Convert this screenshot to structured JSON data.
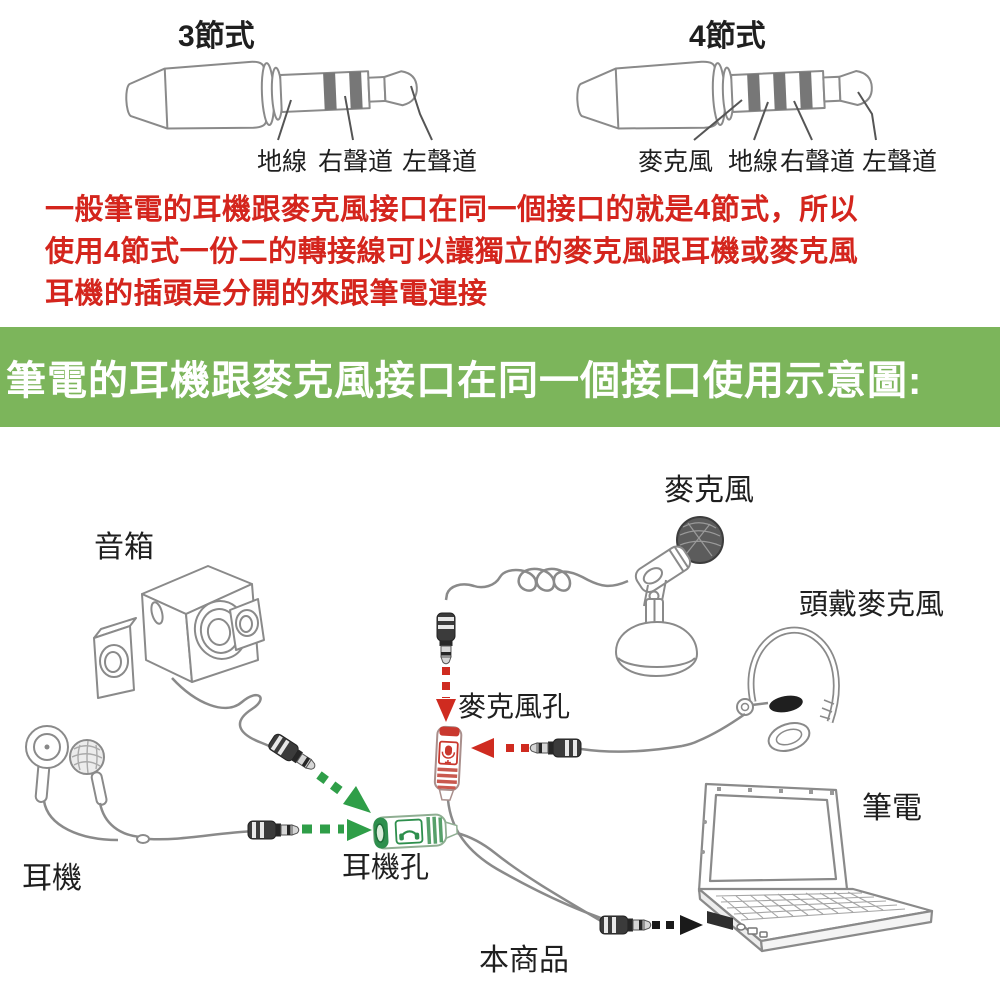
{
  "connector_guide": {
    "three_pole": {
      "title": "3節式",
      "pins": [
        "地線",
        "右聲道",
        "左聲道"
      ]
    },
    "four_pole": {
      "title": "4節式",
      "pins": [
        "麥克風",
        "地線",
        "右聲道",
        "左聲道"
      ]
    }
  },
  "note": {
    "lines": [
      "一般筆電的耳機跟麥克風接口在同一個接口的就是4節式，所以",
      "使用4節式一份二的轉接線可以讓獨立的麥克風跟耳機或麥克風",
      "耳機的插頭是分開的來跟筆電連接"
    ],
    "color": "#d4251d"
  },
  "banner": {
    "text": "筆電的耳機跟麥克風接口在同一個接口使用示意圖:",
    "background": "#7cb55b",
    "text_color": "#ffffff"
  },
  "diagram": {
    "labels": {
      "speakers": "音箱",
      "microphone": "麥克風",
      "headset": "頭戴麥克風",
      "earphones": "耳機",
      "mic_jack": "麥克風孔",
      "headphone_jack": "耳機孔",
      "laptop": "筆電",
      "product": "本商品"
    },
    "colors": {
      "mic_red": "#c9382e",
      "headphone_green": "#2f9e48",
      "arrow_black": "#1a1a1a",
      "line_art_gray": "#8a8a8a"
    }
  }
}
